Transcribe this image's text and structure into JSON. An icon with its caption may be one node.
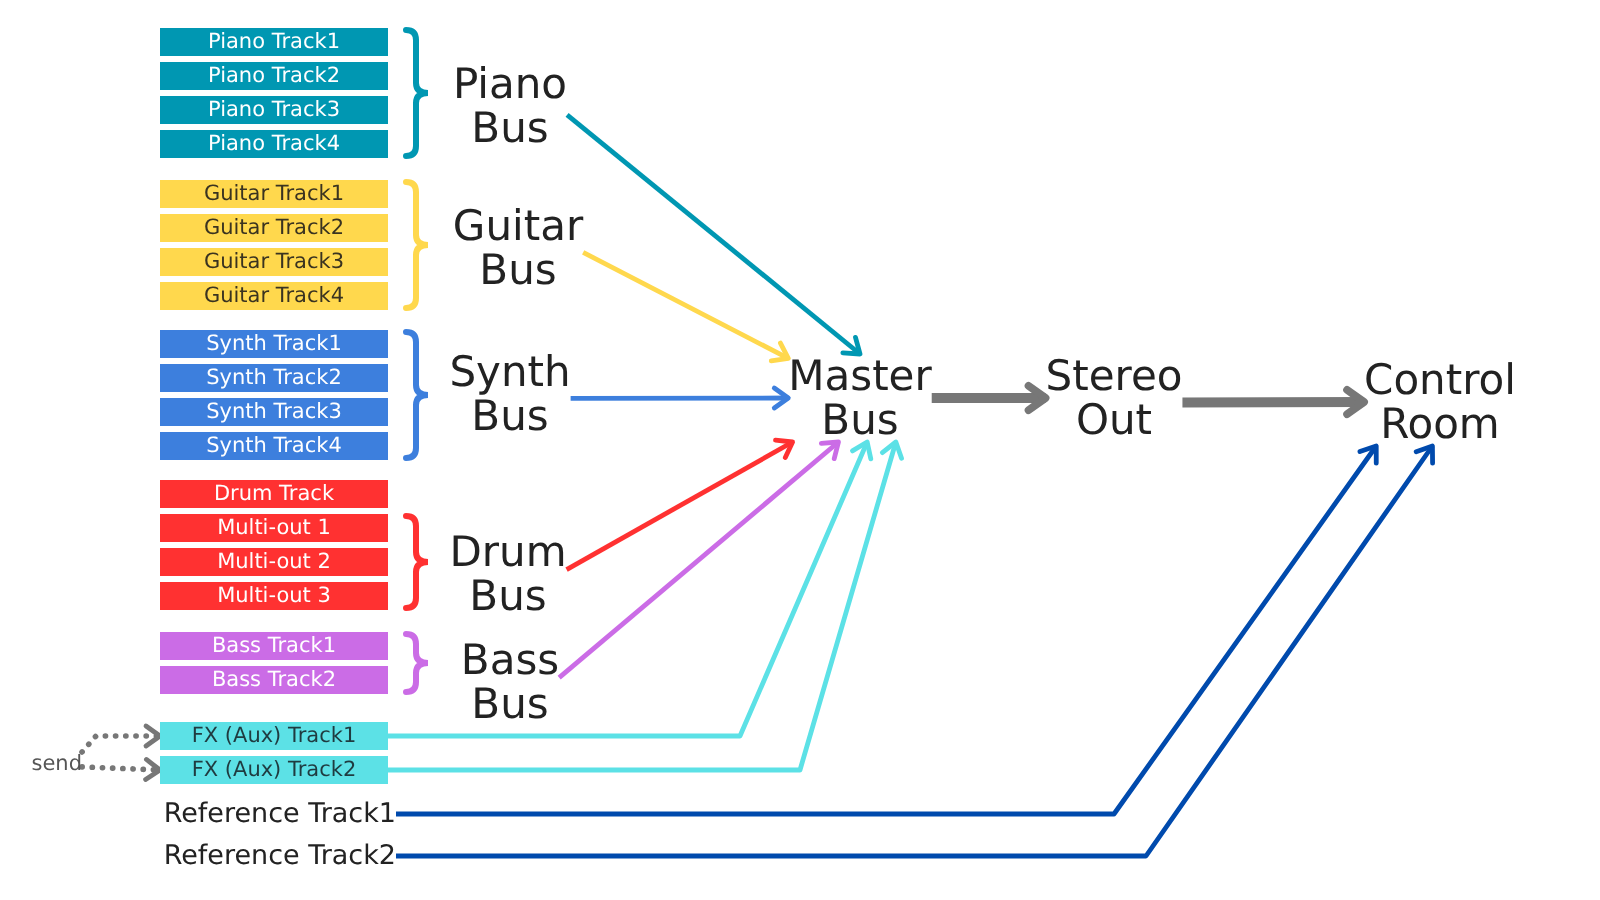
{
  "diagram": {
    "nodes": [
      {
        "text": [
          "Piano Track1"
        ]
      },
      {
        "text": [
          "Piano Track2"
        ]
      },
      {
        "text": [
          "Piano Track3"
        ]
      },
      {
        "text": [
          "Piano Track4"
        ]
      },
      {
        "text": [
          "Piano Bus"
        ]
      },
      {
        "text": [
          "Guitar Track1"
        ]
      },
      {
        "text": [
          "Guitar Track2"
        ]
      },
      {
        "text": [
          "Guitar Track3"
        ]
      },
      {
        "text": [
          "Guitar Track4"
        ]
      },
      {
        "text": [
          "Guitar Bus"
        ]
      },
      {
        "text": [
          "Synth Track1"
        ]
      },
      {
        "text": [
          "Synth Track2"
        ]
      },
      {
        "text": [
          "Synth Track3"
        ]
      },
      {
        "text": [
          "Synth Track4"
        ]
      },
      {
        "text": [
          "Synth Bus"
        ]
      },
      {
        "text": [
          "Drum Track"
        ]
      },
      {
        "text": [
          "Multi-out 1"
        ]
      },
      {
        "text": [
          "Multi-out 2"
        ]
      },
      {
        "text": [
          "Multi-out 3"
        ]
      },
      {
        "text": [
          "Drum Bus"
        ]
      },
      {
        "text": [
          "Bass Track1"
        ]
      },
      {
        "text": [
          "Bass Track2"
        ]
      },
      {
        "text": [
          "Bass Bus"
        ]
      },
      {
        "text": [
          "FX (Aux) Track1"
        ]
      },
      {
        "text": [
          "FX (Aux) Track2"
        ]
      },
      {
        "text": [
          "Reference Track1"
        ]
      },
      {
        "text": [
          "Reference Track2"
        ]
      },
      {
        "text": [
          "Master Bus"
        ]
      },
      {
        "text": [
          "Stereo Out"
        ]
      },
      {
        "text": [
          "Control Room"
        ]
      },
      {
        "text": [
          "send"
        ]
      }
    ],
    "edges": [
      {
        "from": 4,
        "to": 27,
        "arrow": "to",
        "color": "#0097b2"
      },
      {
        "from": 9,
        "to": 27,
        "arrow": "to",
        "color": "#ffd84d"
      },
      {
        "from": 14,
        "to": 27,
        "arrow": "to",
        "color": "#3d7fdd"
      },
      {
        "from": 19,
        "to": 27,
        "arrow": "to",
        "color": "#ff3131"
      },
      {
        "from": 22,
        "to": 27,
        "arrow": "to",
        "color": "#cb6ce6"
      },
      {
        "from": 23,
        "to": 27,
        "arrow": "to",
        "color": "#5ce1e6"
      },
      {
        "from": 24,
        "to": 27,
        "arrow": "to",
        "color": "#5ce1e6"
      },
      {
        "from": 27,
        "to": 28,
        "arrow": "to",
        "style": "thick"
      },
      {
        "from": 28,
        "to": 29,
        "arrow": "to",
        "style": "thick"
      },
      {
        "from": 25,
        "to": 29,
        "arrow": "to",
        "color": "#004aad"
      },
      {
        "from": 26,
        "to": 29,
        "arrow": "to",
        "color": "#004aad"
      },
      {
        "from": 30,
        "to": 23,
        "arrow": "to",
        "style": "dashed"
      },
      {
        "from": 30,
        "to": 24,
        "arrow": "to",
        "style": "dashed"
      }
    ]
  }
}
